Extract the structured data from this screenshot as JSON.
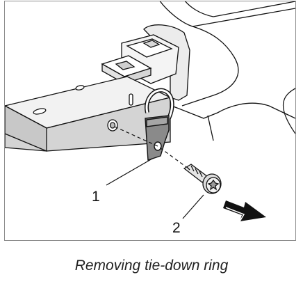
{
  "figure": {
    "callouts": [
      {
        "id": "1",
        "label": "1"
      },
      {
        "id": "2",
        "label": "2"
      }
    ]
  },
  "caption": "Removing tie-down ring"
}
